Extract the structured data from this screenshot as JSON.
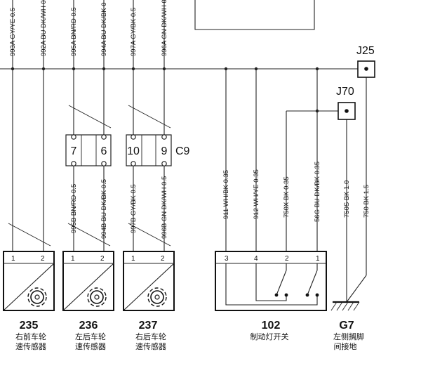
{
  "wires_top": {
    "w993a": "993A GY/YE 0.5",
    "w992a": "992A BU DK/WH 0",
    "w995a": "995A BN/RD 0.5",
    "w994a": "994A BU DK/BK 0",
    "w997a": "997A GY/BK 0.5",
    "w996a": "996A GN DK/WH 0"
  },
  "wires_mid": {
    "w995b": "995B BN/RD 0.5",
    "w994b": "994B BU DK/BK 0.5",
    "w997b": "997B GY/BK 0.5",
    "w996b": "996B GN DK/WH 0.5"
  },
  "wires_right": {
    "w911": "911 WH/BK 0.35",
    "w912": "912 WH/YE 0.35",
    "w750x": "750X BK 0.35",
    "w56g": "56G BU DK/BK 0.35",
    "w750s": "750S BK 1.0",
    "w750": "750 BK 1.5"
  },
  "splices": {
    "j25": "J25",
    "j70": "J70"
  },
  "connector": {
    "name": "C9",
    "pins": [
      "7",
      "6",
      "10",
      "9"
    ]
  },
  "sensors": [
    {
      "id": "235",
      "line1": "右前车轮",
      "line2": "速传感器",
      "pin1": "1",
      "pin2": "2"
    },
    {
      "id": "236",
      "line1": "左后车轮",
      "line2": "速传感器",
      "pin1": "1",
      "pin2": "2"
    },
    {
      "id": "237",
      "line1": "右后车轮",
      "line2": "速传感器",
      "pin1": "1",
      "pin2": "2"
    }
  ],
  "brake_switch": {
    "id": "102",
    "name": "制动灯开关",
    "pins": [
      "3",
      "4",
      "2",
      "1"
    ]
  },
  "ground": {
    "id": "G7",
    "line1": "左侧搁脚",
    "line2": "间接地"
  }
}
